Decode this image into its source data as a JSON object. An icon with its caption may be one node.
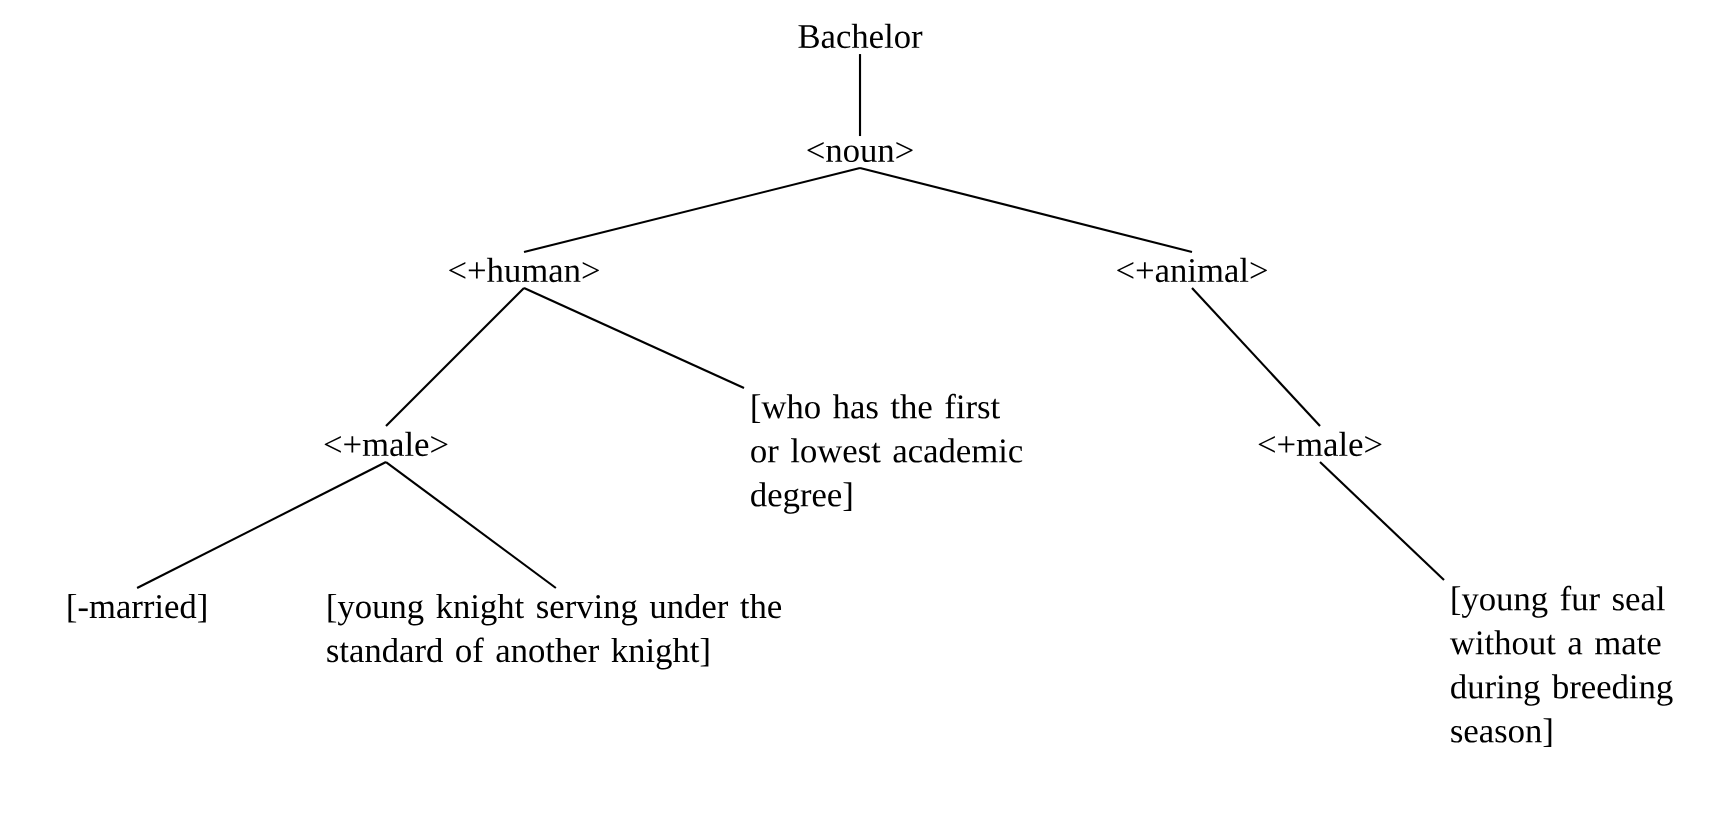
{
  "diagram": {
    "nodes": [
      {
        "text": [
          "Bachelor"
        ]
      },
      {
        "text": [
          "<noun>"
        ]
      },
      {
        "text": [
          "<+human>"
        ]
      },
      {
        "text": [
          "<+animal>"
        ]
      },
      {
        "text": [
          "<+male>"
        ]
      },
      {
        "text": [
          "[who has the first or lowest academic degree]"
        ]
      },
      {
        "text": [
          "<+male>"
        ]
      },
      {
        "text": [
          "[-married]"
        ]
      },
      {
        "text": [
          "[young knight serving under the standard of another knight]"
        ]
      },
      {
        "text": [
          "[young fur seal without a mate during breeding season]"
        ]
      }
    ],
    "edges": [
      {
        "from": 0,
        "to": 1,
        "arrow": "none"
      },
      {
        "from": 1,
        "to": 2,
        "arrow": "none"
      },
      {
        "from": 1,
        "to": 3,
        "arrow": "none"
      },
      {
        "from": 2,
        "to": 4,
        "arrow": "none"
      },
      {
        "from": 2,
        "to": 5,
        "arrow": "none"
      },
      {
        "from": 3,
        "to": 6,
        "arrow": "none"
      },
      {
        "from": 4,
        "to": 7,
        "arrow": "none"
      },
      {
        "from": 4,
        "to": 8,
        "arrow": "none"
      },
      {
        "from": 6,
        "to": 9,
        "arrow": "none"
      }
    ]
  }
}
